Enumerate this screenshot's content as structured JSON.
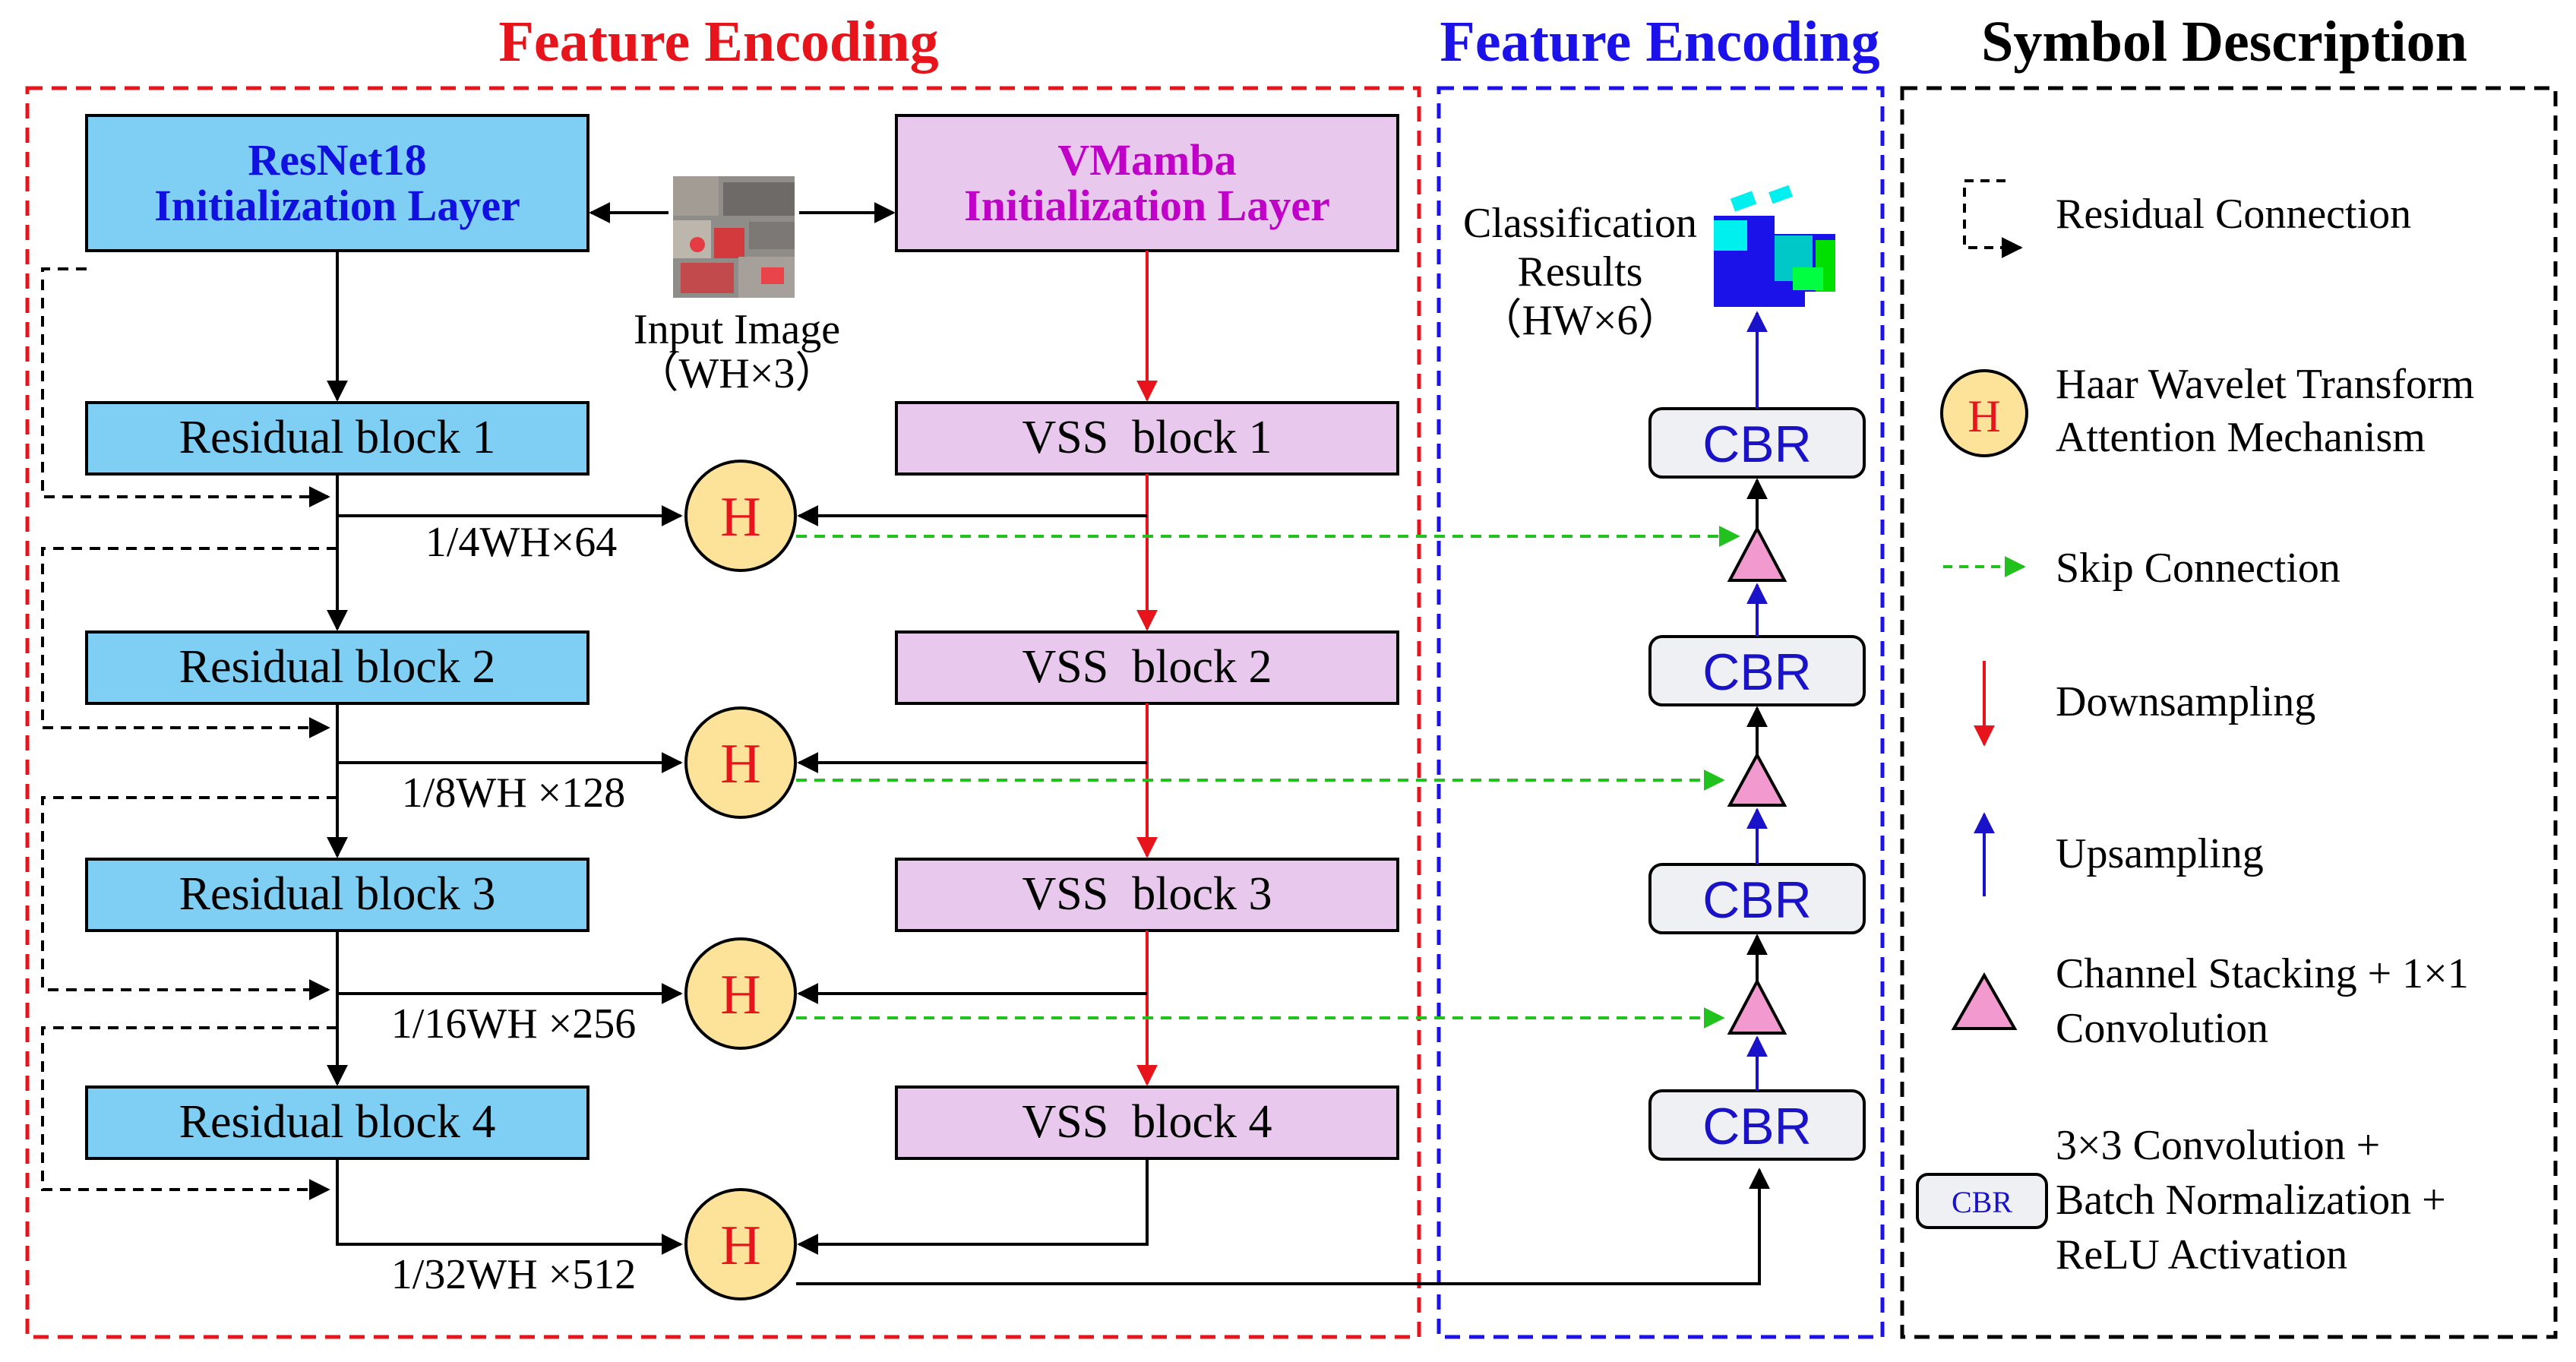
{
  "titles": {
    "encoding_left": "Feature Encoding",
    "encoding_right": "Feature Encoding",
    "symbols": "Symbol Description"
  },
  "resnet": {
    "init_line1": "ResNet18",
    "init_line2": "Initialization Layer",
    "blocks": [
      "Residual block 1",
      "Residual block 2",
      "Residual block 3",
      "Residual block 4"
    ]
  },
  "vmamba": {
    "init_line1": "VMamba",
    "init_line2": "Initialization Layer",
    "blocks": [
      "VSS  block 1",
      "VSS  block 2",
      "VSS  block 3",
      "VSS  block 4"
    ]
  },
  "input": {
    "label_line1": "Input Image",
    "label_line2": "（WH×3）"
  },
  "fusion": {
    "symbol": "H",
    "dims": [
      "1/4WH×64",
      "1/8WH ×128",
      "1/16WH ×256",
      "1/32WH ×512"
    ]
  },
  "decoder": {
    "cbr_label": "CBR",
    "output_line1": "Classification",
    "output_line2": "Results",
    "output_line3": "（HW×6）"
  },
  "legend": {
    "residual": "Residual Connection",
    "haar_line1": "Haar Wavelet Transform",
    "haar_line2": "Attention Mechanism",
    "skip": "Skip Connection",
    "down": "Downsampling",
    "up": "Upsampling",
    "stack_line1": "Channel Stacking + 1×1",
    "stack_line2": "Convolution",
    "cbr_line1": "3×3 Convolution +",
    "cbr_line2": "Batch Normalization +",
    "cbr_line3": "ReLU Activation",
    "cbr_symbol": "CBR"
  },
  "colors": {
    "resnet_fill": "#7fcff5",
    "vmamba_fill": "#e8c8ec",
    "resnet_title": "#1010e0",
    "vmamba_title": "#c000c8",
    "h_fill": "#fde39a",
    "h_text": "#e8141b",
    "triangle_fill": "#f29ad0",
    "cbr_fill": "#eef0f4",
    "red_dashed": "#e8141b",
    "blue_dashed": "#1a12e8",
    "skip_green": "#22c21e",
    "down_red": "#e8141b",
    "up_blue": "#1a12c8",
    "encoding_left_title": "#e8141b",
    "encoding_right_title": "#1a12e8"
  }
}
